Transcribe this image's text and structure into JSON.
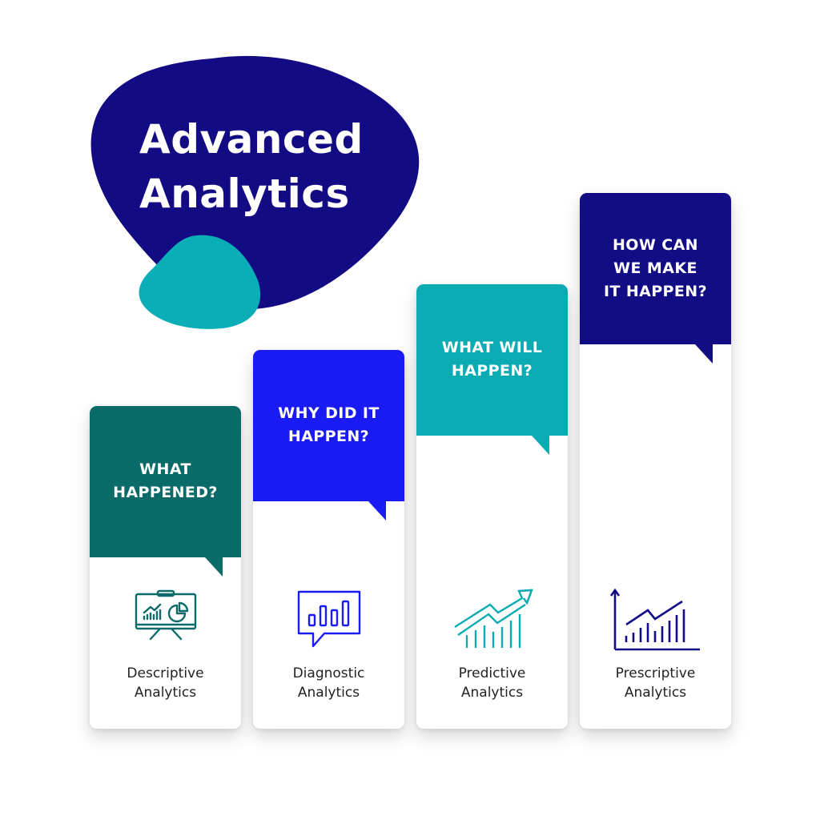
{
  "title": {
    "line1": "Advanced",
    "line2": "Analytics"
  },
  "colors": {
    "navy": "#130B84",
    "teal_blob": "#0AAEB6",
    "descriptive": "#0B6B69",
    "diagnostic": "#1A1AF5",
    "predictive": "#0BABB3",
    "prescriptive": "#120C85",
    "label_text": "#222222",
    "background": "#FFFFFF"
  },
  "cards": [
    {
      "question_lines": [
        "WHAT",
        "HAPPENED?"
      ],
      "label_lines": [
        "Descriptive",
        "Analytics"
      ],
      "icon": "presentation-board-chart-icon"
    },
    {
      "question_lines": [
        "WHY DID IT",
        "HAPPEN?"
      ],
      "label_lines": [
        "Diagnostic",
        "Analytics"
      ],
      "icon": "speech-bubble-bar-chart-icon"
    },
    {
      "question_lines": [
        "WHAT WILL",
        "HAPPEN?"
      ],
      "label_lines": [
        "Predictive",
        "Analytics"
      ],
      "icon": "trend-arrow-up-icon"
    },
    {
      "question_lines": [
        "HOW CAN",
        "WE MAKE",
        "IT HAPPEN?"
      ],
      "label_lines": [
        "Prescriptive",
        "Analytics"
      ],
      "icon": "axis-chart-growth-icon"
    }
  ]
}
